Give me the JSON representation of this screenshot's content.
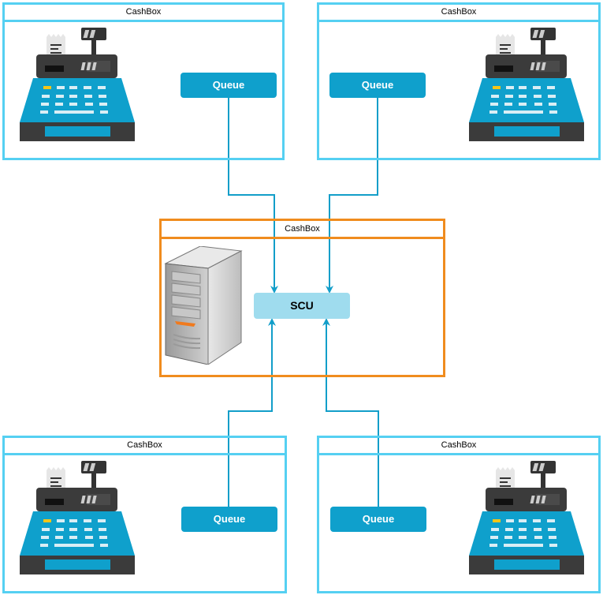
{
  "boxes": {
    "top_left": {
      "title": "CashBox",
      "queue": "Queue"
    },
    "top_right": {
      "title": "CashBox",
      "queue": "Queue"
    },
    "center": {
      "title": "CashBox",
      "node": "SCU"
    },
    "bottom_left": {
      "title": "CashBox",
      "queue": "Queue"
    },
    "bottom_right": {
      "title": "CashBox",
      "queue": "Queue"
    }
  },
  "icons": {
    "register": "cash-register-icon",
    "server": "server-tower-icon"
  },
  "colors": {
    "cashbox_border": "#55d0f2",
    "center_border": "#f08c1e",
    "queue_fill": "#0fa0cc",
    "scu_fill": "#9fdcee",
    "connector": "#129ec9"
  }
}
